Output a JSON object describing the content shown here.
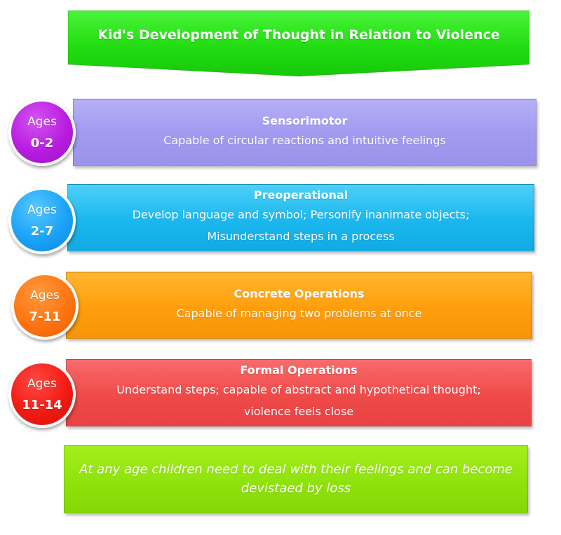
{
  "title": "Kid's Development of Thought in Relation to Violence",
  "colors": {
    "title_green": "#22dd11",
    "sensorimotor": "#a29bf0",
    "preoperational": "#1ab7ee",
    "concrete": "#ff9e0c",
    "formal": "#ef4a4a",
    "circle_purple": "#b81de0",
    "circle_blue": "#1ba3f7",
    "circle_orange": "#ff7410",
    "circle_red": "#f21b14",
    "note_green": "#8fe30b"
  },
  "stages": [
    {
      "age_label": "Ages",
      "age_range": "0-2",
      "title": "Sensorimotor",
      "lines": [
        "Capable of circular reactions and intuitive feelings"
      ]
    },
    {
      "age_label": "Ages",
      "age_range": "2-7",
      "title": "Preoperational",
      "lines": [
        "Develop language and symbol; Personify inanimate objects;",
        "Misunderstand steps in a process"
      ]
    },
    {
      "age_label": "Ages",
      "age_range": "7-11",
      "title": "Concrete Operations",
      "lines": [
        "Capable of managing two problems at once"
      ]
    },
    {
      "age_label": "Ages",
      "age_range": "11-14",
      "title": "Formal Operations",
      "lines": [
        "Understand steps; capable of abstract and hypothetical thought;",
        "violence feels close"
      ]
    }
  ],
  "note": {
    "line1": "At any age children need to deal with their feelings and can become",
    "line2": "devistaed by loss"
  }
}
